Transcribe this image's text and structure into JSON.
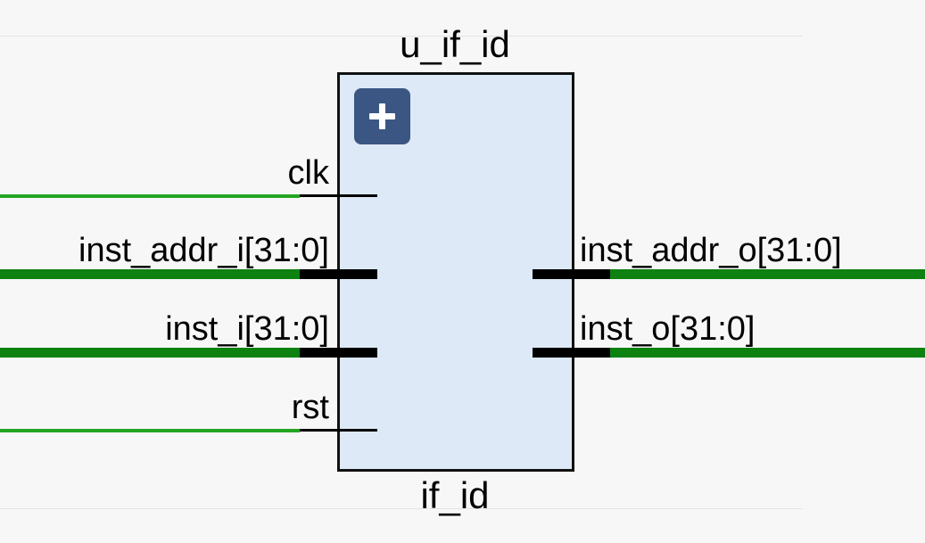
{
  "block": {
    "instance_name": "u_if_id",
    "module_name": "if_id",
    "expand_icon": "plus-icon"
  },
  "ports": {
    "inputs": [
      {
        "name": "clk",
        "type": "single"
      },
      {
        "name": "inst_addr_i[31:0]",
        "type": "bus"
      },
      {
        "name": "inst_i[31:0]",
        "type": "bus"
      },
      {
        "name": "rst",
        "type": "single"
      }
    ],
    "outputs": [
      {
        "name": "inst_addr_o[31:0]",
        "type": "bus"
      },
      {
        "name": "inst_o[31:0]",
        "type": "bus"
      }
    ]
  },
  "colors": {
    "single_wire": "#23a523",
    "bus_wire": "#0d8210",
    "block_fill": "#dde9f7",
    "expand_button": "#3b5683",
    "background": "#f7f7f7"
  }
}
